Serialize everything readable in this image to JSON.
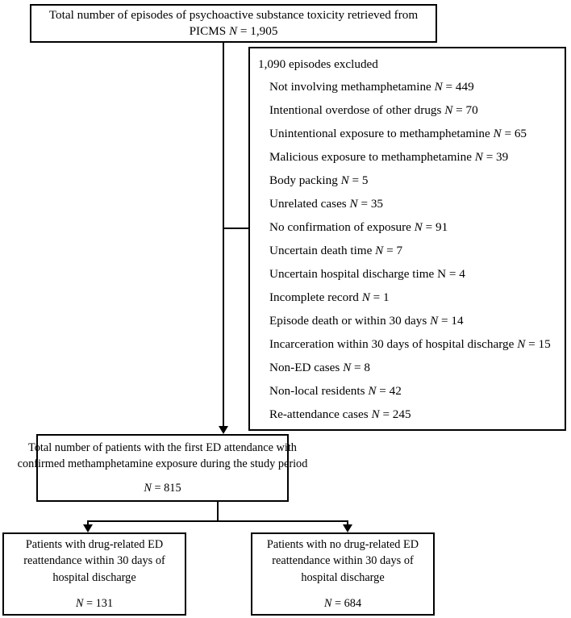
{
  "diagram": {
    "title": "Study participant flow diagram",
    "line_color": "#000000",
    "background_color": "#ffffff"
  },
  "top_box": {
    "line1": "Total number of episodes of psychoactive substance toxicity retrieved from",
    "line2_prefix": "PICMS ",
    "line2_n": "N",
    "line2_value": " = 1,905"
  },
  "exclusion_box": {
    "header": "1,090 episodes excluded",
    "total_excluded": 1090,
    "items": [
      {
        "label": "Not involving methamphetamine",
        "n_style": "italic",
        "value": "449"
      },
      {
        "label": "Intentional overdose of other drugs",
        "n_style": "italic",
        "value": "70"
      },
      {
        "label": "Unintentional exposure to methamphetamine",
        "n_style": "italic",
        "value": "65"
      },
      {
        "label": "Malicious exposure to methamphetamine",
        "n_style": "italic",
        "value": "39"
      },
      {
        "label": "Body packing",
        "n_style": "italic",
        "value": "5"
      },
      {
        "label": "Unrelated cases",
        "n_style": "italic",
        "value": "35"
      },
      {
        "label": "No confirmation of exposure",
        "n_style": "italic",
        "value": "91"
      },
      {
        "label": "Uncertain death time",
        "n_style": "italic",
        "value": "7"
      },
      {
        "label": "Uncertain hospital discharge time",
        "n_style": "upright",
        "value": "4"
      },
      {
        "label": "Incomplete record",
        "n_style": "italic",
        "value": "1"
      },
      {
        "label": "Episode death or within 30 days",
        "n_style": "italic",
        "value": "14"
      },
      {
        "label": "Incarceration within 30 days of hospital discharge",
        "n_style": "italic",
        "value": "15"
      },
      {
        "label": "Non-ED cases",
        "n_style": "italic",
        "value": "8"
      },
      {
        "label": "Non-local residents",
        "n_style": "italic",
        "value": "42"
      },
      {
        "label": "Re-attendance cases",
        "n_style": "italic",
        "value": "245"
      }
    ]
  },
  "middle_box": {
    "line1": "Total number of patients with the first ED attendance with",
    "line2": "confirmed methamphetamine exposure during the study period",
    "n_symbol": "N",
    "n_value": " = 815"
  },
  "bottom_left_box": {
    "line1": "Patients with drug-related ED",
    "line2": "reattendance within 30 days of",
    "line3": "hospital discharge",
    "n_symbol": "N",
    "n_value": " = 131"
  },
  "bottom_right_box": {
    "line1": "Patients with no drug-related ED",
    "line2": "reattendance within 30 days of",
    "line3": "hospital discharge",
    "n_symbol": "N",
    "n_value": " = 684"
  }
}
